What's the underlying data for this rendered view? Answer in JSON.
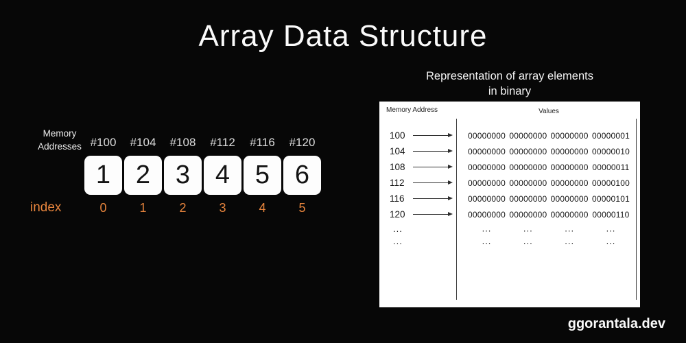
{
  "title": "Array Data Structure",
  "array_section": {
    "memory_label_line1": "Memory",
    "memory_label_line2": "Addresses",
    "index_label": "index",
    "cells": [
      {
        "address": "#100",
        "value": "1",
        "index": "0"
      },
      {
        "address": "#104",
        "value": "2",
        "index": "1"
      },
      {
        "address": "#108",
        "value": "3",
        "index": "2"
      },
      {
        "address": "#112",
        "value": "4",
        "index": "3"
      },
      {
        "address": "#116",
        "value": "5",
        "index": "4"
      },
      {
        "address": "#120",
        "value": "6",
        "index": "5"
      }
    ]
  },
  "binary_section": {
    "subtitle_line1": "Representation of array elements",
    "subtitle_line2": "in binary",
    "table": {
      "address_header": "Memory Address",
      "values_header": "Values",
      "rows": [
        {
          "address": "100",
          "bytes": [
            "00000000",
            "00000000",
            "00000000",
            "00000001"
          ]
        },
        {
          "address": "104",
          "bytes": [
            "00000000",
            "00000000",
            "00000000",
            "00000010"
          ]
        },
        {
          "address": "108",
          "bytes": [
            "00000000",
            "00000000",
            "00000000",
            "00000011"
          ]
        },
        {
          "address": "112",
          "bytes": [
            "00000000",
            "00000000",
            "00000000",
            "00000100"
          ]
        },
        {
          "address": "116",
          "bytes": [
            "00000000",
            "00000000",
            "00000000",
            "00000101"
          ]
        },
        {
          "address": "120",
          "bytes": [
            "00000000",
            "00000000",
            "00000000",
            "00000110"
          ]
        }
      ],
      "ellipsis": "..."
    }
  },
  "footer": {
    "brand": "ggorantala.dev"
  },
  "colors": {
    "accent_orange": "#e8853d",
    "background": "#070707",
    "panel_white": "#ffffff"
  }
}
